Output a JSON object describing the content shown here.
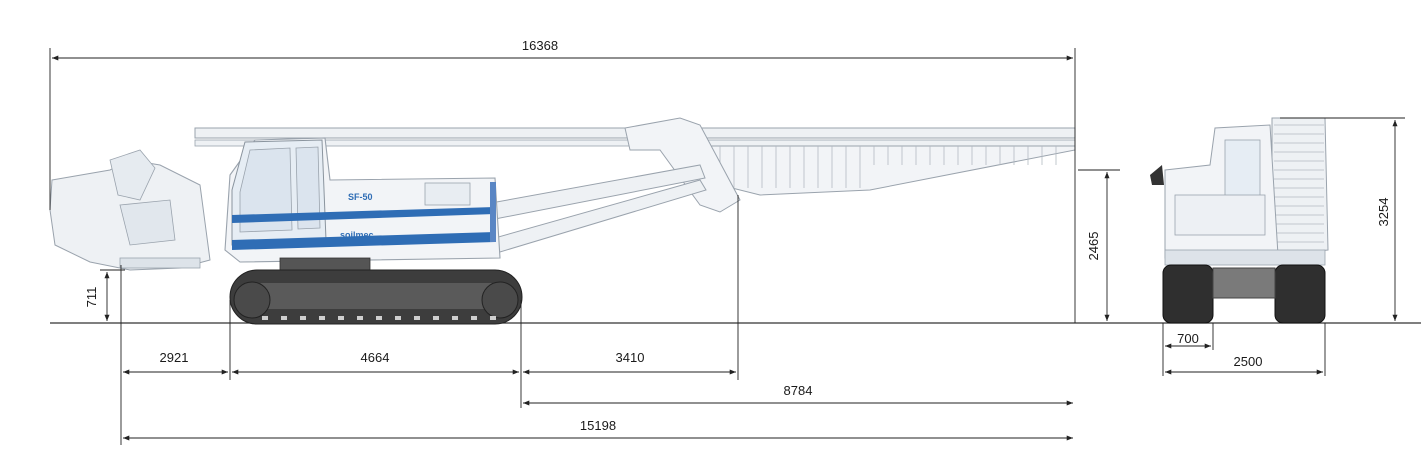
{
  "dimensions": {
    "overall_length": "16368",
    "front_height": "711",
    "front_offset": "2921",
    "track_length": "4664",
    "rear_offset": "3410",
    "rear_overhang": "8784",
    "total_base": "15198",
    "cab_height": "2465",
    "track_width": "700",
    "machine_width": "2500",
    "total_height": "3254"
  },
  "machine": {
    "model_badge": "SF-50",
    "brand_badge": "soilmec"
  },
  "colors": {
    "body": "#f2f4f7",
    "outline": "#9aa3ad",
    "stripe_blue": "#2f6db5",
    "track_dark": "#3d3d3d",
    "glass": "#e6edf4"
  }
}
